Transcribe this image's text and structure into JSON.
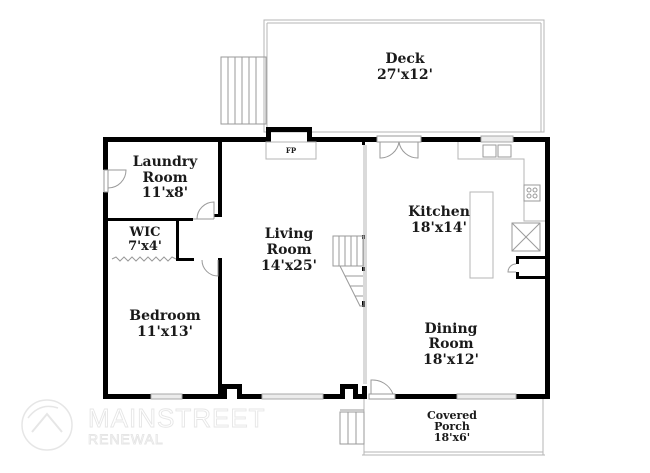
{
  "floorplan": {
    "rooms": [
      {
        "id": "deck",
        "name": "Deck",
        "dimensions": "27'x12'"
      },
      {
        "id": "laundry",
        "name_line1": "Laundry",
        "name_line2": "Room",
        "dimensions": "11'x8'"
      },
      {
        "id": "wic",
        "name": "WIC",
        "dimensions": "7'x4'"
      },
      {
        "id": "living",
        "name_line1": "Living",
        "name_line2": "Room",
        "dimensions": "14'x25'"
      },
      {
        "id": "kitchen",
        "name": "Kitchen",
        "dimensions": "18'x14'"
      },
      {
        "id": "dining",
        "name_line1": "Dining",
        "name_line2": "Room",
        "dimensions": "18'x12'"
      },
      {
        "id": "bedroom",
        "name": "Bedroom",
        "dimensions": "11'x13'"
      },
      {
        "id": "porch",
        "name_line1": "Covered",
        "name_line2": "Porch",
        "dimensions": "18'x6'"
      }
    ],
    "fixtures": {
      "fireplace": "FP"
    },
    "colors": {
      "wall": "#000000",
      "text": "#1a1a1a",
      "thin_line": "#b5b5b5",
      "watermark": "#e6e6e6"
    }
  },
  "watermark": {
    "line1": "MAINSTREET",
    "line2": "RENEWAL"
  }
}
